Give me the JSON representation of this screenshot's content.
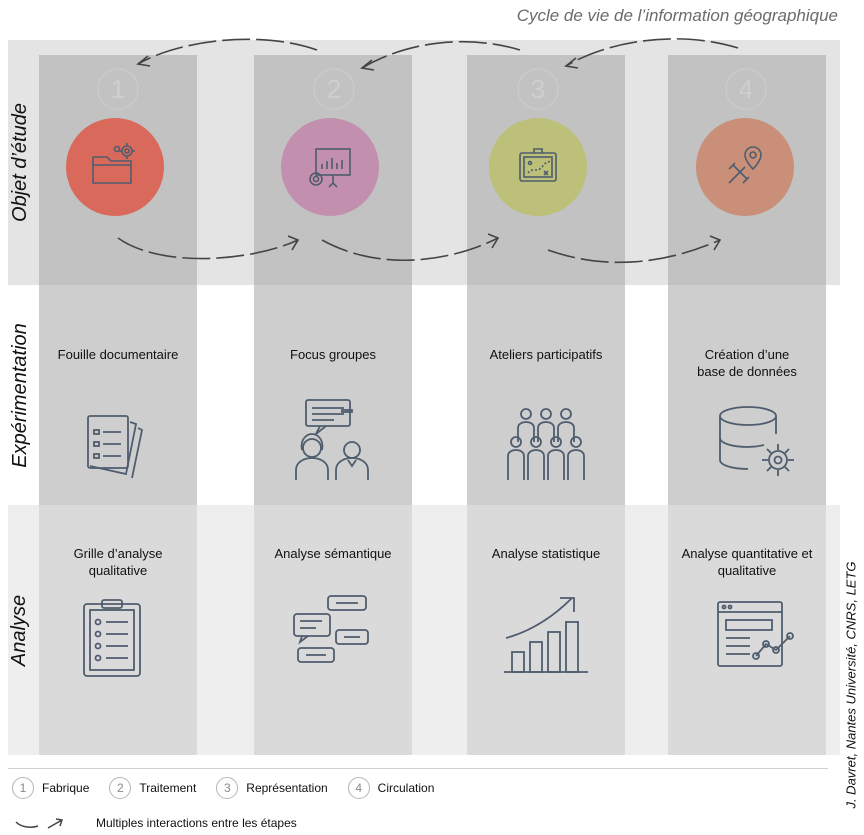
{
  "title": "Cycle de vie de l’information géographique",
  "rows": {
    "objet": "Objet d’étude",
    "experimentation": "Expérimentation",
    "analyse": "Analyse"
  },
  "stages": [
    {
      "number": "1",
      "circle_color": "#d9695a",
      "icon": "folder-gear-icon",
      "experimentation": "Fouille documentaire",
      "exp_icon": "documents-icon",
      "analyse": "Grille d’analyse qualitative",
      "ana_icon": "clipboard-checklist-icon"
    },
    {
      "number": "2",
      "circle_color": "#c38fae",
      "icon": "presentation-chart-icon",
      "experimentation": "Focus groupes",
      "exp_icon": "people-discussion-icon",
      "analyse": "Analyse sémantique",
      "ana_icon": "chat-bubbles-icon"
    },
    {
      "number": "3",
      "circle_color": "#bcc079",
      "icon": "map-board-icon",
      "experimentation": "Ateliers participatifs",
      "exp_icon": "group-people-icon",
      "analyse": "Analyse statistique",
      "ana_icon": "growth-bar-chart-icon"
    },
    {
      "number": "4",
      "circle_color": "#c98f78",
      "icon": "map-pin-tools-icon",
      "experimentation": "Création d’une base de données",
      "exp_icon": "database-gear-icon",
      "analyse": "Analyse quantitative et qualitative",
      "ana_icon": "report-graph-icon"
    }
  ],
  "legend": [
    {
      "number": "1",
      "label": "Fabrique"
    },
    {
      "number": "2",
      "label": "Traitement"
    },
    {
      "number": "3",
      "label": "Représentation"
    },
    {
      "number": "4",
      "label": "Circulation"
    }
  ],
  "legend_arrows": "Multiples interactions entre les étapes",
  "credit": "J. Davret, Nantes Université, CNRS, LETG",
  "colors": {
    "icon_stroke": "#4f5d6e",
    "arrow": "#444444"
  }
}
